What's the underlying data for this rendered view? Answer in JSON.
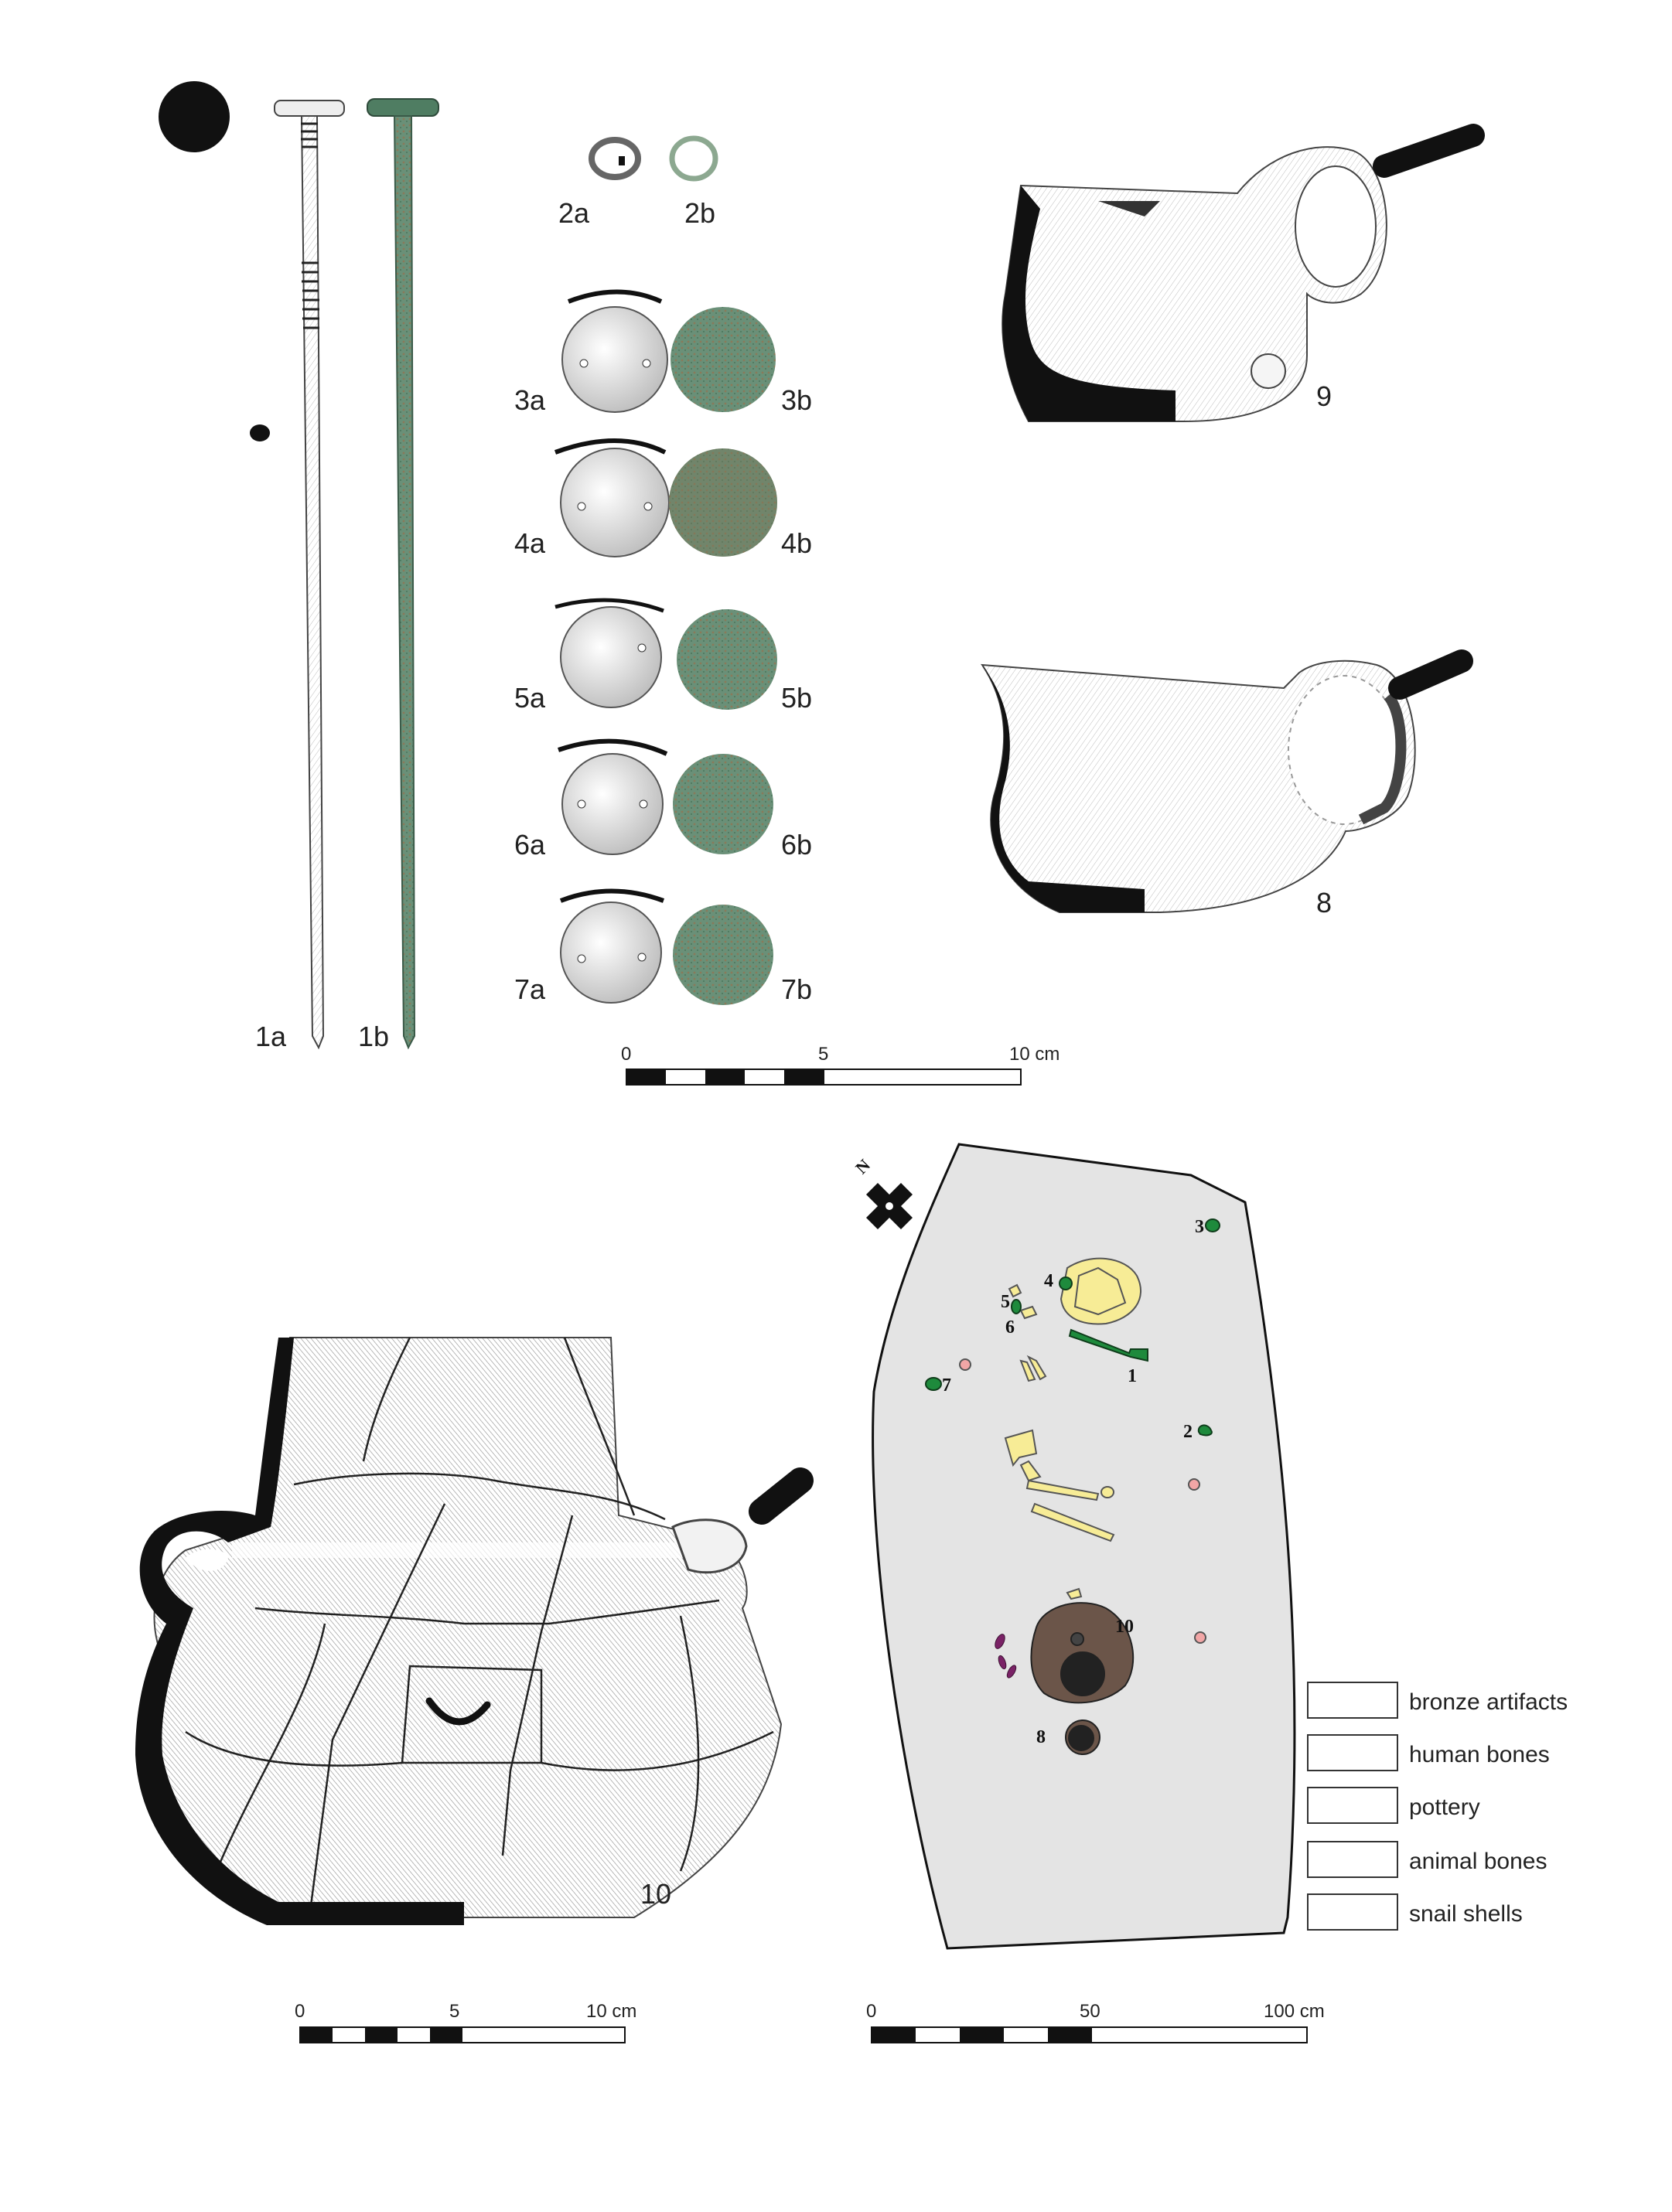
{
  "figure_labels": {
    "pin_drawing": "1a",
    "pin_photo": "1b",
    "ring_drawing": "2a",
    "ring_photo": "2b",
    "disc3_drawing": "3a",
    "disc3_photo": "3b",
    "disc4_drawing": "4a",
    "disc4_photo": "4b",
    "disc5_drawing": "5a",
    "disc5_photo": "5b",
    "disc6_drawing": "6a",
    "disc6_photo": "6b",
    "disc7_drawing": "7a",
    "disc7_photo": "7b",
    "jug9": "9",
    "jug8": "8",
    "amphora10": "10"
  },
  "scales": {
    "top": {
      "start": "0",
      "mid": "5",
      "end": "10 cm"
    },
    "bottom_left": {
      "start": "0",
      "mid": "5",
      "end": "10 cm"
    },
    "plan": {
      "start": "0",
      "mid": "50",
      "end": "100 cm"
    }
  },
  "plan": {
    "north": "N",
    "markers": [
      "1",
      "2",
      "3",
      "4",
      "5",
      "6",
      "7",
      "8",
      "10"
    ]
  },
  "legend": [
    {
      "label": "bronze artifacts",
      "fill": "#1e8a3c"
    },
    {
      "label": "human bones",
      "fill": "#f7ec96"
    },
    {
      "label": "pottery",
      "fill": "#6b5549"
    },
    {
      "label": "animal bones",
      "fill": "#7a2266"
    },
    {
      "label": "snail shells",
      "fill": "#f2a6a6"
    }
  ],
  "colors": {
    "bronze_patina": "#5f8a72",
    "plan_fill": "#e4e4e4",
    "section_black": "#111111"
  }
}
